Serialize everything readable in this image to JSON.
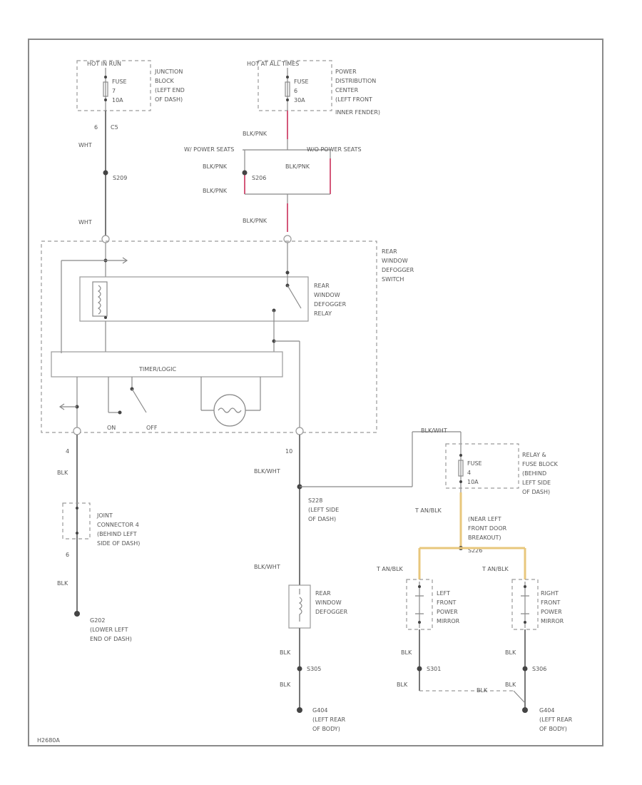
{
  "labels": {
    "fuse_hot_run": "HOT IN RUN",
    "fuse7_name": "FUSE",
    "fuse7_num": "7",
    "fuse7_amp": "10A",
    "jb_1": "JUNCTION",
    "jb_2": "BLOCK",
    "jb_3": "(LEFT END",
    "jb_4": "OF DASH)",
    "fuse_hot_all": "HOT AT ALL TIMES",
    "fuse6_name": "FUSE",
    "fuse6_num": "6",
    "fuse6_amp": "30A",
    "pdc_1": "POWER",
    "pdc_2": "DISTRIBUTION",
    "pdc_3": "CENTER",
    "pdc_4": "(LEFT FRONT",
    "pdc_5": "INNER FENDER)",
    "pin_c5_a": "6",
    "pin_c5_b": "C5",
    "wht_1": "WHT",
    "s209": "S209",
    "wht_2": "WHT",
    "blk_pnk_1": "BLK/PNK",
    "w_power_seats": "W/ POWER SEATS",
    "wo_power_seats": "W/O POWER SEATS",
    "blk_pnk_2": "BLK/PNK",
    "s206": "S206",
    "blk_pnk_3": "BLK/PNK",
    "blk_pnk_4": "BLK/PNK",
    "blk_pnk_5": "BLK/PNK",
    "rws_1": "REAR",
    "rws_2": "WINDOW",
    "rws_3": "DEFOGGER",
    "rws_4": "SWITCH",
    "rwr_1": "REAR",
    "rwr_2": "WINDOW",
    "rwr_3": "DEFOGGER",
    "rwr_4": "RELAY",
    "timer_logic": "TIMER/LOGIC",
    "on": "ON",
    "off": "OFF",
    "pin_4": "4",
    "pin_10": "10",
    "blk_1": "BLK",
    "blk_wht_1": "BLK/WHT",
    "jc_1": "JOINT",
    "jc_2": "CONNECTOR 4",
    "jc_3": "(BEHIND LEFT",
    "jc_4": "SIDE OF DASH)",
    "pin_6": "6",
    "blk_2": "BLK",
    "g202_1": "G202",
    "g202_2": "(LOWER LEFT",
    "g202_3": "END OF DASH)",
    "s228_1": "S228",
    "s228_2": "(LEFT SIDE",
    "s228_3": "OF DASH)",
    "blk_wht_2": "BLK/WHT",
    "blk_wht_3": "BLK/WHT",
    "rwd_1": "REAR",
    "rwd_2": "WINDOW",
    "rwd_3": "DEFOGGER",
    "blk_3": "BLK",
    "s305": "S305",
    "blk_4": "BLK",
    "g404_a_1": "G404",
    "g404_a_2": "(LEFT REAR",
    "g404_a_3": "OF BODY)",
    "fuse_a_name": "FUSE",
    "fuse_a_num": "4",
    "fuse_a_amp": "10A",
    "rfb_1": "RELAY &",
    "rfb_2": "FUSE BLOCK",
    "rfb_3": "(BEHIND",
    "rfb_4": "LEFT SIDE",
    "rfb_5": "OF DASH)",
    "tan_blk_1": "T AN/BLK",
    "s226_1": "(NEAR LEFT",
    "s226_2": "FRONT DOOR",
    "s226_3": "BREAKOUT)",
    "s226_4": "S226",
    "tan_blk_2": "T AN/BLK",
    "tan_blk_3": "T AN/BLK",
    "lm_1": "LEFT",
    "lm_2": "FRONT",
    "lm_3": "POWER",
    "lm_4": "MIRROR",
    "rm_1": "RIGHT",
    "rm_2": "FRONT",
    "rm_3": "POWER",
    "rm_4": "MIRROR",
    "blk_5": "BLK",
    "s301": "S301",
    "blk_6": "BLK",
    "blk_7": "BLK",
    "s306": "S306",
    "blk_8": "BLK",
    "blk_9": "BLK",
    "g404_b_1": "G404",
    "g404_b_2": "(LEFT REAR",
    "g404_b_3": "OF BODY)",
    "figure_code": "H2680A"
  }
}
